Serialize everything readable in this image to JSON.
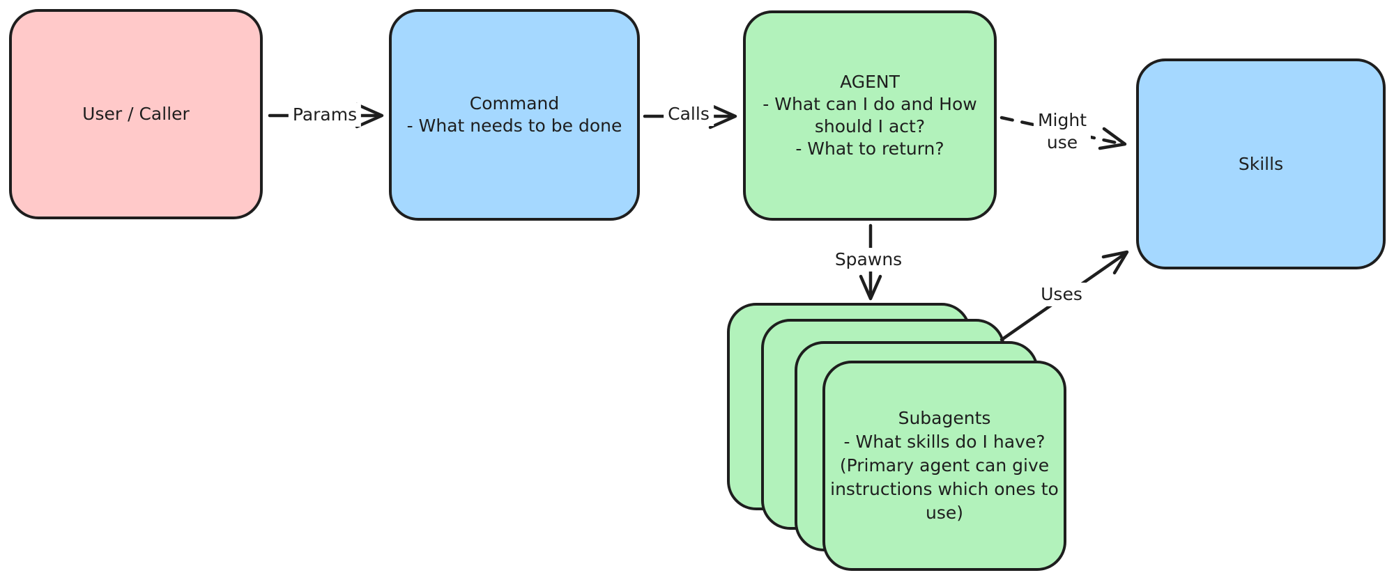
{
  "diagram": {
    "background": "#ffffff",
    "stroke_color": "#1e1e1e",
    "palette": {
      "red_fill": "#ffc9c9",
      "blue_fill": "#a5d8ff",
      "green_fill": "#b2f2bb"
    },
    "nodes": {
      "user_caller": {
        "label": "User / Caller",
        "fill": "#ffc9c9"
      },
      "command": {
        "lines": [
          "Command",
          "- What needs to be done"
        ],
        "fill": "#a5d8ff"
      },
      "agent": {
        "lines": [
          "AGENT",
          "- What can I do and How",
          "should I act?",
          "- What to return?"
        ],
        "fill": "#b2f2bb"
      },
      "skills": {
        "label": "Skills",
        "fill": "#a5d8ff"
      },
      "subagents": {
        "stack_count": 4,
        "lines": [
          "Subagents",
          "- What skills do I have?",
          "(Primary agent can give",
          "instructions which ones to",
          "use)"
        ],
        "fill": "#b2f2bb"
      }
    },
    "edges": {
      "params": {
        "label": "Params",
        "style": "solid",
        "from": "user_caller",
        "to": "command"
      },
      "calls": {
        "label": "Calls",
        "style": "solid",
        "from": "command",
        "to": "agent"
      },
      "might_use": {
        "lines": [
          "Might",
          "use"
        ],
        "style": "dashed",
        "from": "agent",
        "to": "skills"
      },
      "spawns": {
        "label": "Spawns",
        "style": "solid",
        "from": "agent",
        "to": "subagents"
      },
      "uses": {
        "label": "Uses",
        "style": "solid",
        "from": "subagents",
        "to": "skills"
      }
    }
  }
}
